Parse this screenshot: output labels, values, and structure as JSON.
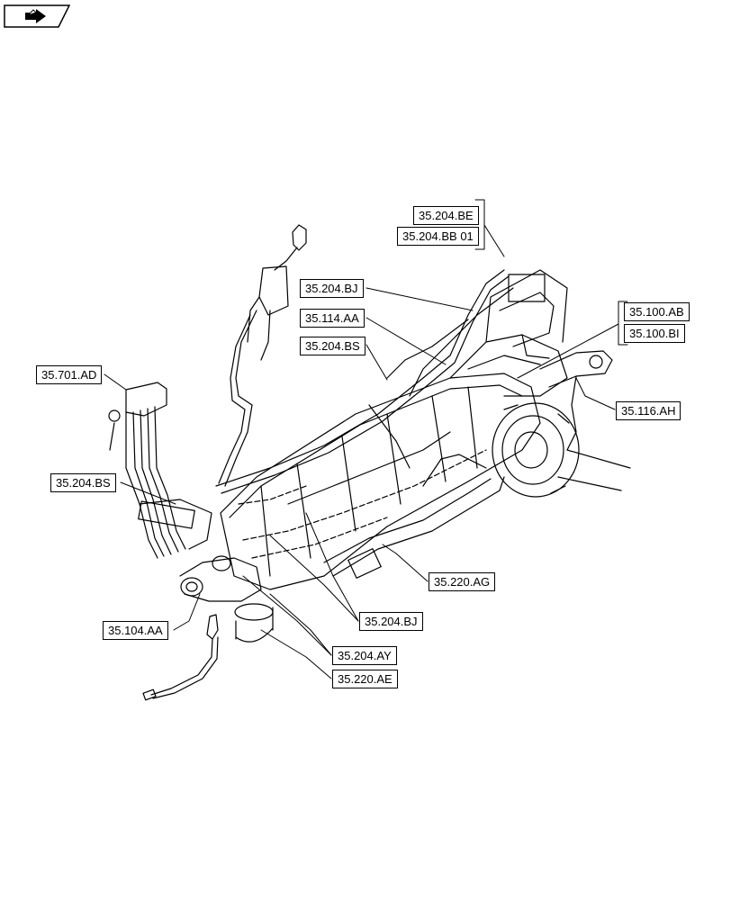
{
  "nav": {
    "icon": "arrow-right-icon"
  },
  "callouts": {
    "be": "35.204.BE",
    "bb01": "35.204.BB 01",
    "bj_top": "35.204.BJ",
    "aa114": "35.114.AA",
    "bs_top": "35.204.BS",
    "ab100": "35.100.AB",
    "bi100": "35.100.BI",
    "ad701": "35.701.AD",
    "ah116": "35.116.AH",
    "bs_left": "35.204.BS",
    "ag220": "35.220.AG",
    "bj_bottom": "35.204.BJ",
    "aa104": "35.104.AA",
    "ay204": "35.204.AY",
    "ae220": "35.220.AE"
  }
}
